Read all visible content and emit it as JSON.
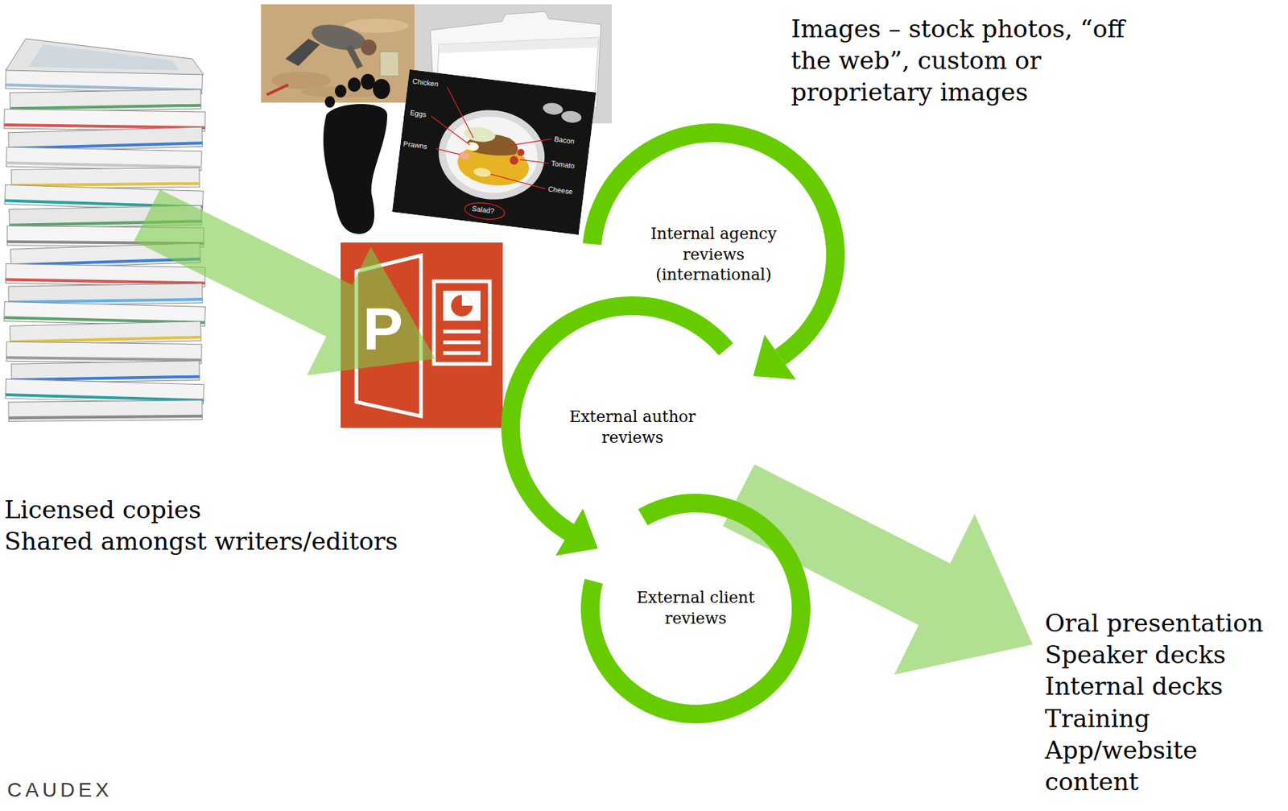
{
  "diagram": {
    "nodes": [
      {
        "text": [
          "Internal agency reviews (international)"
        ]
      },
      {
        "text": [
          "External author reviews"
        ]
      },
      {
        "text": [
          "External client reviews"
        ]
      }
    ],
    "edges": [
      {
        "from": 0,
        "to": 1,
        "arrow": "to"
      },
      {
        "from": 1,
        "to": 2,
        "arrow": "to"
      }
    ],
    "labels": [
      "Images – stock photos, “off the web”, custom or proprietary images",
      "Chicken",
      "Eggs",
      "Prawns",
      "Bacon",
      "Tomato",
      "Cheese",
      "Salad?",
      "P",
      "Licensed copies",
      "Shared amongst writers/editors",
      "Oral presentation",
      "Speaker decks",
      "Internal decks",
      "Training",
      "App/website content",
      "CAUDEX"
    ]
  }
}
